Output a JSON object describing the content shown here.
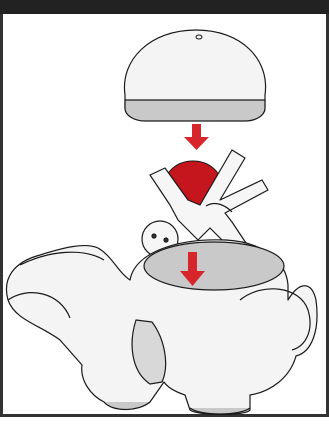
{
  "diagram": {
    "parts": [
      {
        "name": "lid",
        "icon": "dome-lid-icon"
      },
      {
        "name": "red-ball",
        "icon": "ball-icon"
      },
      {
        "name": "figure",
        "icon": "figure-icon"
      },
      {
        "name": "base",
        "icon": "base-icon"
      }
    ],
    "arrows": [
      {
        "name": "arrow-down-1",
        "icon": "arrow-down-icon"
      },
      {
        "name": "arrow-down-2",
        "icon": "arrow-down-icon"
      }
    ],
    "colors": {
      "accent": "#d7262b",
      "ball": "#c4161c",
      "outline": "#1a1a1a",
      "fill": "#f1f1f1",
      "shade": "#c9c9c9",
      "gray_band": "#bdbdbd",
      "border": "#222222"
    }
  }
}
